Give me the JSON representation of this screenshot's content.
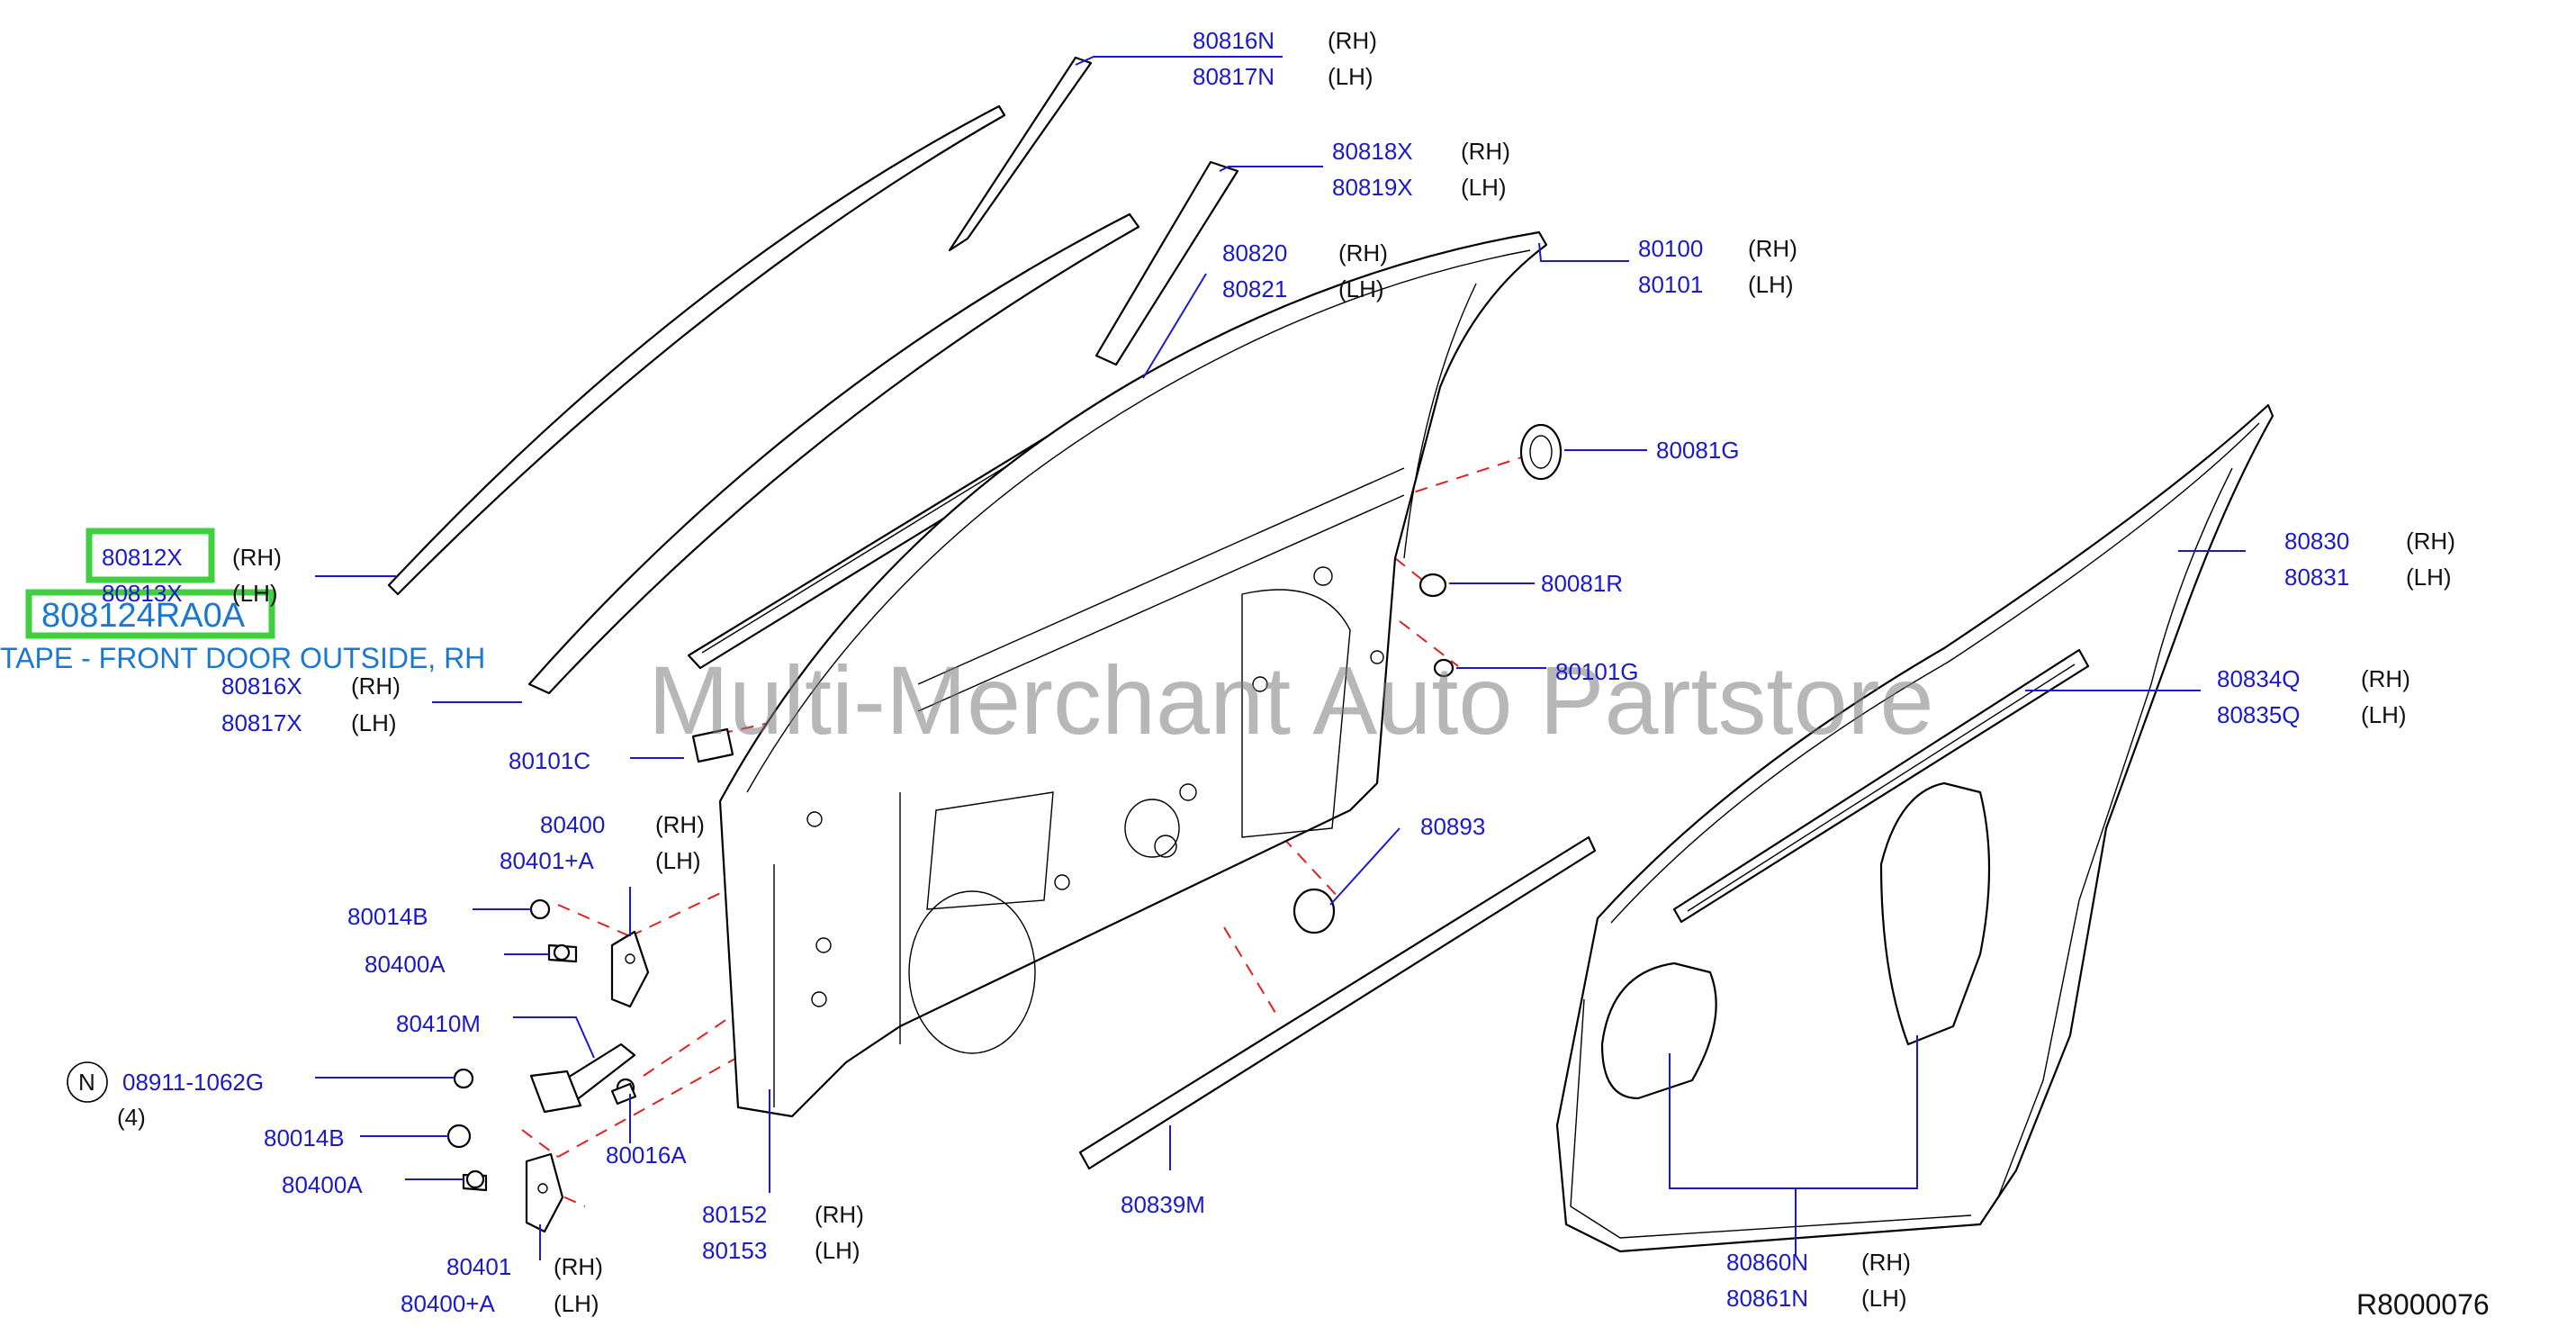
{
  "watermark": "Multi-Merchant Auto Partstore",
  "diagram_code": "R8000076",
  "highlight": {
    "part_number": "808124RA0A",
    "description": "TAPE - FRONT DOOR OUTSIDE, RH",
    "callout": "80812X"
  },
  "labels": {
    "p80816N": "80816N",
    "p80816N_side": "(RH)",
    "p80817N": "80817N",
    "p80817N_side": "(LH)",
    "p80818X": "80818X",
    "p80818X_side": "(RH)",
    "p80819X": "80819X",
    "p80819X_side": "(LH)",
    "p80820": "80820",
    "p80820_side": "(RH)",
    "p80821": "80821",
    "p80821_side": "(LH)",
    "p80100": "80100",
    "p80100_side": "(RH)",
    "p80101": "80101",
    "p80101_side": "(LH)",
    "p80081G": "80081G",
    "p80081R": "80081R",
    "p80101G": "80101G",
    "p80812X_side": "(RH)",
    "p80813X": "80813X",
    "p80813X_side": "(LH)",
    "p80816X": "80816X",
    "p80816X_side": "(RH)",
    "p80817X": "80817X",
    "p80817X_side": "(LH)",
    "p80101C": "80101C",
    "p80400": "80400",
    "p80400_side": "(RH)",
    "p80401A": "80401+A",
    "p80401A_side": "(LH)",
    "p80014B": "80014B",
    "p80400A": "80400A",
    "p80410M": "80410M",
    "nut_marker": "N",
    "p08911": "08911-1062G",
    "qty": "(4)",
    "p80014B2": "80014B",
    "p80016A": "80016A",
    "p80400A2": "80400A",
    "p80401": "80401",
    "p80401_side": "(RH)",
    "p80400pA": "80400+A",
    "p80400pA_side": "(LH)",
    "p80152": "80152",
    "p80152_side": "(RH)",
    "p80153": "80153",
    "p80153_side": "(LH)",
    "p80893": "80893",
    "p80839M": "80839M",
    "p80830": "80830",
    "p80830_side": "(RH)",
    "p80831": "80831",
    "p80831_side": "(LH)",
    "p80834Q": "80834Q",
    "p80834Q_side": "(RH)",
    "p80835Q": "80835Q",
    "p80835Q_side": "(LH)",
    "p80860N": "80860N",
    "p80860N_side": "(RH)",
    "p80861N": "80861N",
    "p80861N_side": "(LH)"
  }
}
